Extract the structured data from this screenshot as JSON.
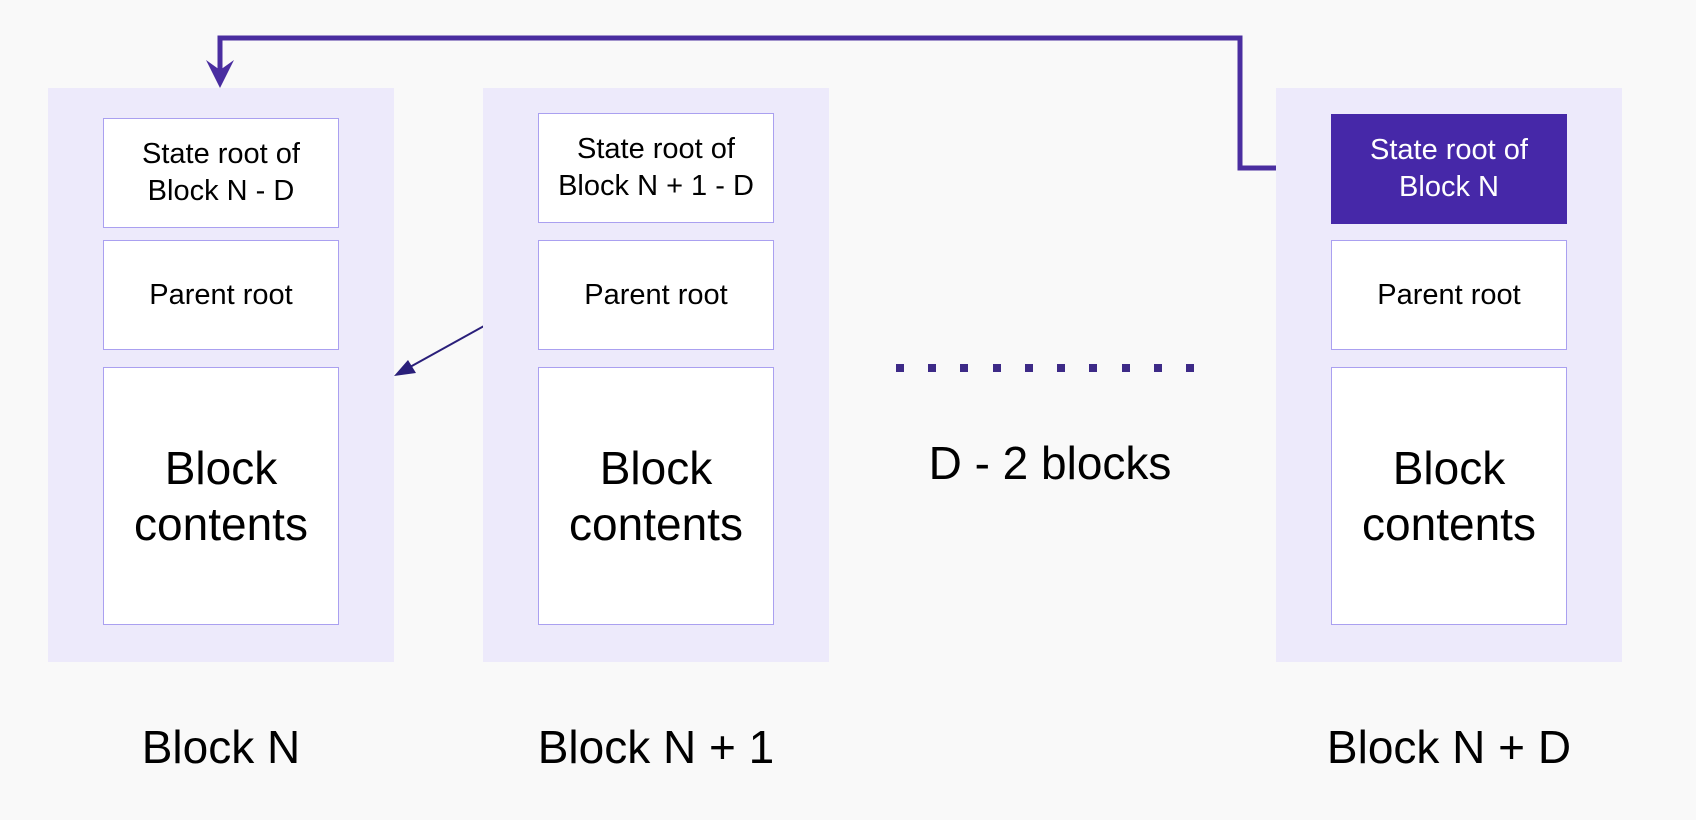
{
  "blocks": [
    {
      "state_root": "State root of\nBlock N - D",
      "parent_root": "Parent root",
      "contents": "Block\ncontents",
      "caption": "Block N"
    },
    {
      "state_root": "State root of\nBlock N + 1 - D",
      "parent_root": "Parent root",
      "contents": "Block\ncontents",
      "caption": "Block N + 1"
    },
    {
      "state_root": "State root of\nBlock N",
      "parent_root": "Parent root",
      "contents": "Block\ncontents",
      "caption": "Block N + D"
    }
  ],
  "gap_label": "D - 2 blocks",
  "colors": {
    "background": "#f9f9f9",
    "block_fill": "#edeafb",
    "cell_border": "#aaa0f0",
    "highlight": "#4628a8",
    "arrow": "#4a2ea0",
    "parent_arrow": "#2a1f7a"
  }
}
